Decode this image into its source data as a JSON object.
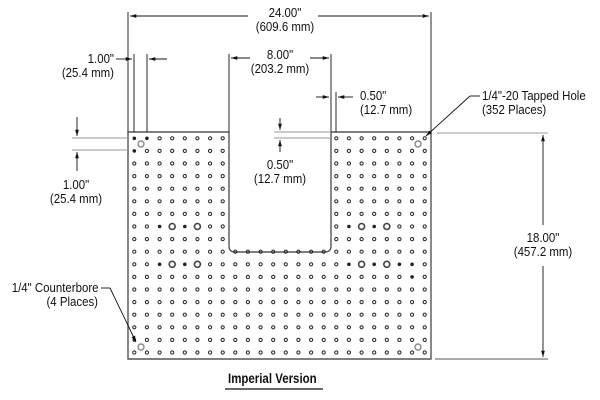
{
  "drawing": {
    "title": "Imperial Version",
    "dimensions": {
      "overall_width": {
        "imperial": "24.00\"",
        "metric": "(609.6 mm)"
      },
      "cutout_width": {
        "imperial": "8.00\"",
        "metric": "(203.2 mm)"
      },
      "hole_spacing_h": {
        "imperial": "1.00\"",
        "metric": "(25.4 mm)"
      },
      "hole_spacing_v": {
        "imperial": "1.00\"",
        "metric": "(25.4 mm)"
      },
      "edge_offset_h": {
        "imperial": "0.50\"",
        "metric": "(12.7 mm)"
      },
      "edge_offset_v": {
        "imperial": "0.50\"",
        "metric": "(12.7 mm)"
      },
      "overall_height": {
        "imperial": "18.00\"",
        "metric": "(457.2 mm)"
      }
    },
    "callouts": {
      "tapped_hole": {
        "line1": "1/4\"-20 Tapped Hole",
        "line2": "(352 Places)"
      },
      "counterbore": {
        "line1": "1/4\" Counterbore",
        "line2": "(4 Places)"
      }
    },
    "plate": {
      "columns": 24,
      "rows": 18,
      "cutout_columns": [
        8,
        15
      ],
      "cutout_rows": [
        0,
        8
      ],
      "stroke_color": "#555555",
      "hole_color": "#222222",
      "counterbore_color": "#888888"
    }
  }
}
